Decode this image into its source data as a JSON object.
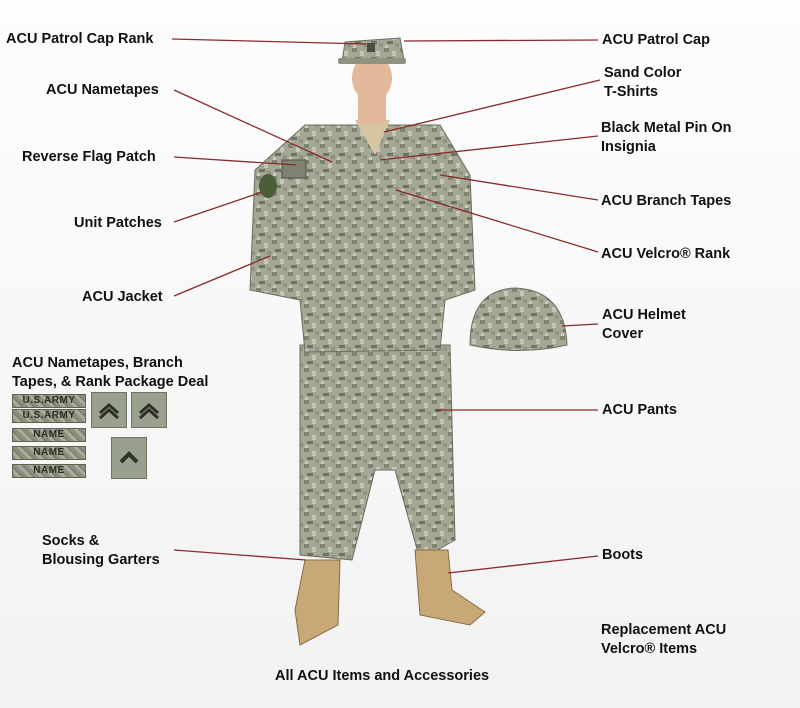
{
  "labels": {
    "patrol_cap_rank": "ACU Patrol Cap Rank",
    "patrol_cap": "ACU Patrol Cap",
    "nametapes": "ACU Nametapes",
    "sand_tshirts": [
      "Sand Color",
      "T-Shirts"
    ],
    "flag_patch": "Reverse Flag Patch",
    "black_pin": [
      "Black Metal Pin On",
      "Insignia"
    ],
    "branch_tapes": "ACU Branch Tapes",
    "unit_patches": "Unit Patches",
    "velcro_rank": "ACU Velcro® Rank",
    "jacket": "ACU Jacket",
    "helmet_cover": [
      "ACU Helmet",
      "Cover"
    ],
    "package_deal": [
      "ACU Nametapes, Branch",
      "Tapes, & Rank Package Deal"
    ],
    "pants": "ACU Pants",
    "socks": [
      "Socks &",
      "Blousing Garters"
    ],
    "boots": "Boots",
    "replacement": [
      "Replacement ACU",
      "Velcro® Items"
    ],
    "footer": "All ACU Items and Accessories"
  },
  "package_tapes": [
    "U.S.ARMY",
    "U.S.ARMY",
    "NAME",
    "NAME",
    "NAME"
  ],
  "colors": {
    "line": "#8b2a2a",
    "camo_light": "#b5b8a6",
    "camo_mid": "#8e927f",
    "camo_dark": "#6a6e5e",
    "boot": "#c9a878",
    "skin": "#e2b79a"
  }
}
